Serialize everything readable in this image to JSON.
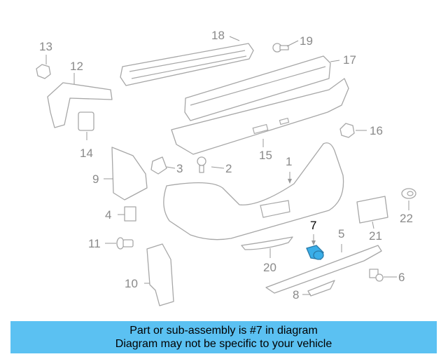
{
  "callouts": {
    "c1": "1",
    "c2": "2",
    "c3": "3",
    "c4": "4",
    "c5": "5",
    "c6": "6",
    "c7": "7",
    "c8": "8",
    "c9": "9",
    "c10": "10",
    "c11": "11",
    "c12": "12",
    "c13": "13",
    "c14": "14",
    "c15": "15",
    "c16": "16",
    "c17": "17",
    "c18": "18",
    "c19": "19",
    "c20": "20",
    "c21": "21",
    "c22": "22"
  },
  "highlighted_part": "7",
  "colors": {
    "banner": "#5bc1f2",
    "highlight": "#3aaee8",
    "line_art": "#a7a7a7"
  },
  "banner": {
    "line1": "Part or sub-assembly is #7 in diagram",
    "line2": "Diagram may not be specific to your vehicle"
  }
}
